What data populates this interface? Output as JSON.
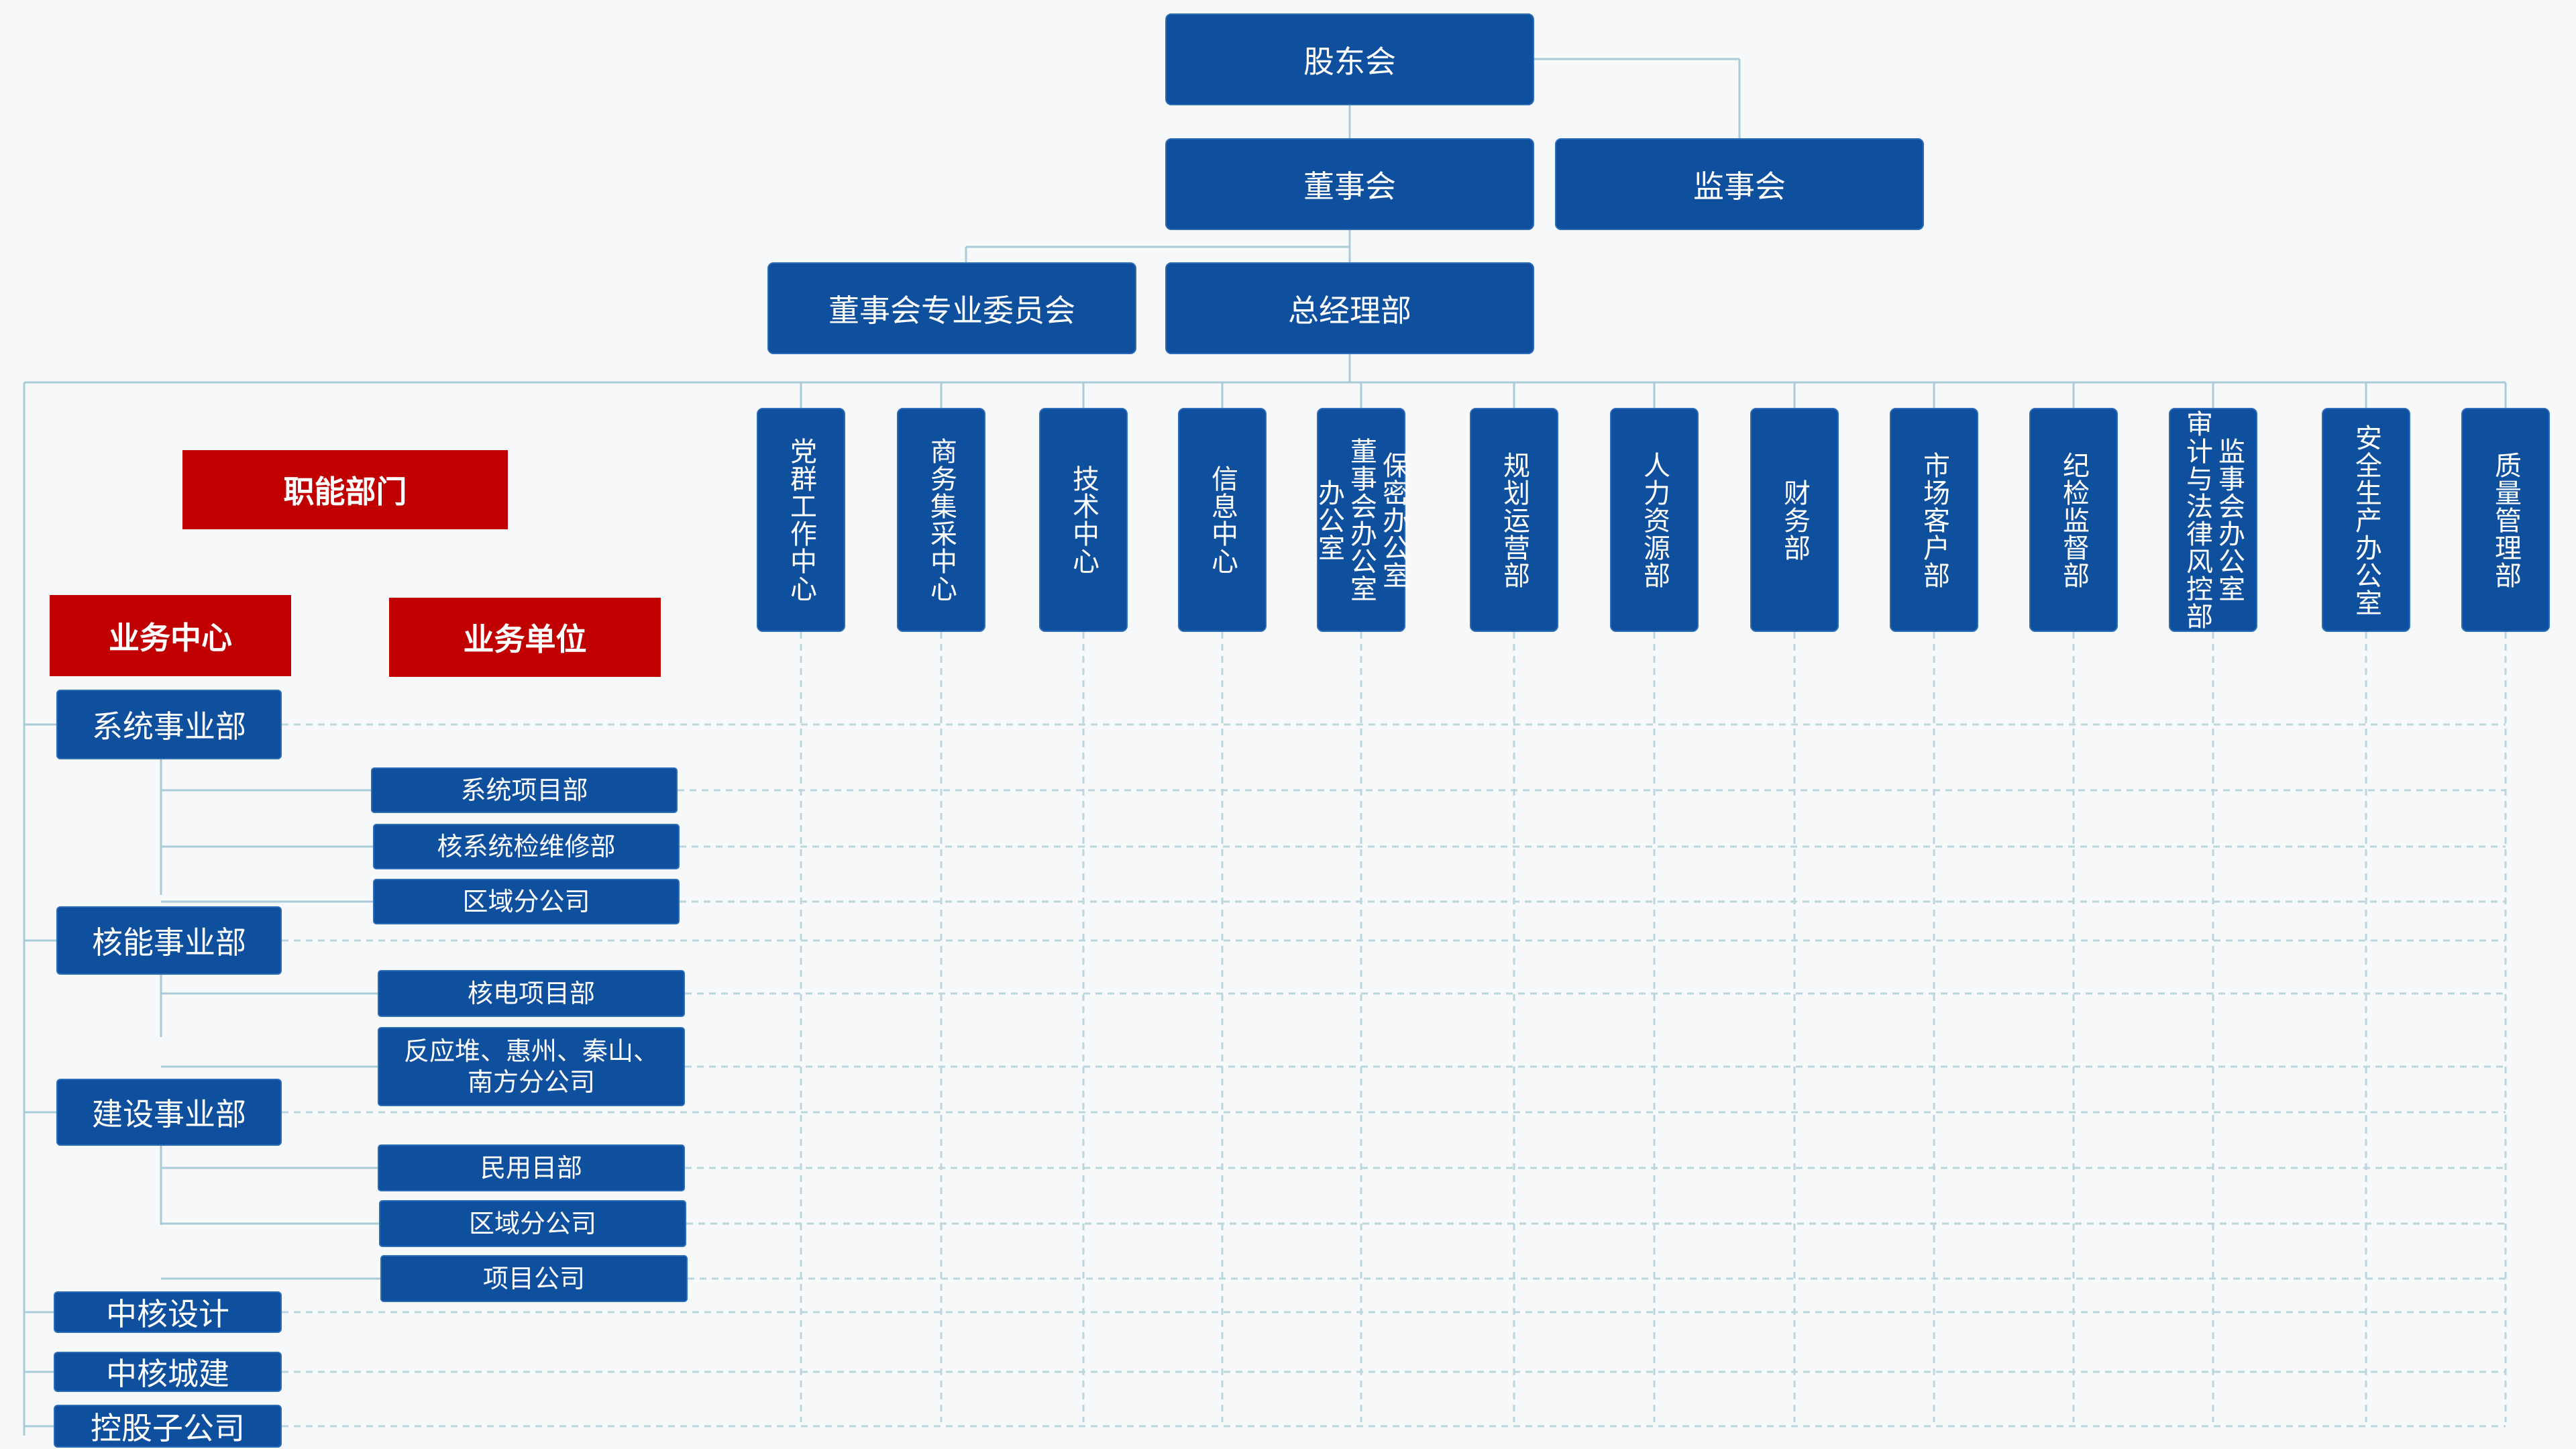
{
  "top": {
    "shareholders": "股东会",
    "board": "董事会",
    "supervisors": "监事会",
    "committee": "董事会专业委员会",
    "gm": "总经理部"
  },
  "labels": {
    "functional": "职能部门",
    "business_centers": "业务中心",
    "business_units": "业务单位"
  },
  "departments": [
    {
      "lines": [
        "党群工作中心"
      ]
    },
    {
      "lines": [
        "商务集采中心"
      ]
    },
    {
      "lines": [
        "技术中心"
      ]
    },
    {
      "lines": [
        "信息中心"
      ]
    },
    {
      "lines": [
        "保密办公室",
        "董事会办公室",
        "办公室"
      ]
    },
    {
      "lines": [
        "规划运营部"
      ]
    },
    {
      "lines": [
        "人力资源部"
      ]
    },
    {
      "lines": [
        "财务部"
      ]
    },
    {
      "lines": [
        "市场客户部"
      ]
    },
    {
      "lines": [
        "纪检监督部"
      ]
    },
    {
      "lines": [
        "监事会办公室",
        "审计与法律风控部"
      ]
    },
    {
      "lines": [
        "安全生产办公室"
      ]
    },
    {
      "lines": [
        "质量管理部"
      ]
    }
  ],
  "centers": [
    "系统事业部",
    "核能事业部",
    "建设事业部",
    "中核设计",
    "中核城建",
    "控股子公司"
  ],
  "units": [
    "系统项目部",
    "核系统检维修部",
    "区域分公司",
    "核电项目部",
    "反应堆、惠州、秦山、南方分公司",
    "民用目部",
    "区域分公司",
    "项目公司"
  ],
  "colors": {
    "box": "#0e4f9e",
    "label": "#c00000",
    "line": "#aacbd8",
    "grid": "#bcd6de"
  }
}
